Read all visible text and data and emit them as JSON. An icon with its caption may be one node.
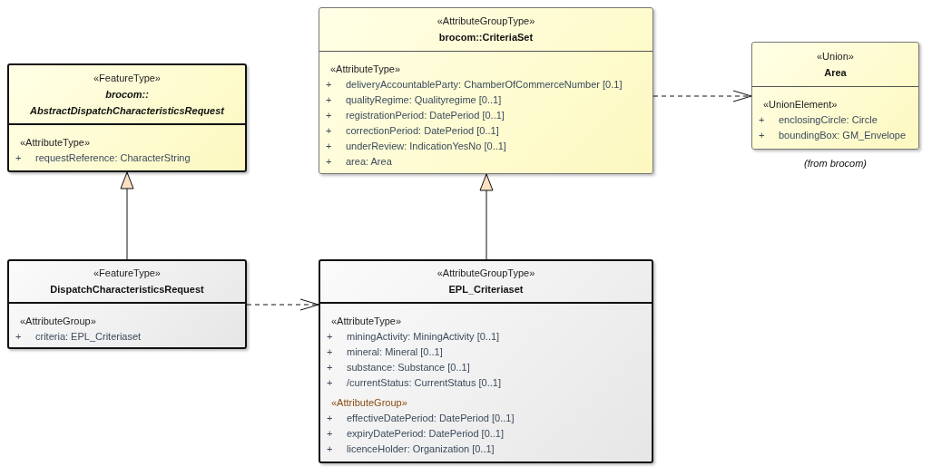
{
  "diagram": {
    "nodes": [
      {
        "text": [
          "«FeatureType»",
          "brocom:: AbstractDispatchCharacteristicsRequest",
          "«AttributeType»",
          "+",
          "requestReference: CharacterString"
        ]
      },
      {
        "text": [
          "«AttributeGroupType»",
          "brocom::CriteriaSet",
          "«AttributeType»",
          "+",
          "deliveryAccountableParty: ChamberOfCommerceNumber [0.1]",
          "+",
          "qualityRegime: Qualityregime [0..1]",
          "+",
          "registrationPeriod: DatePeriod [0..1]",
          "+",
          "correctionPeriod: DatePeriod [0..1]",
          "+",
          "underReview: IndicationYesNo [0..1]",
          "+",
          "area: Area"
        ]
      },
      {
        "text": [
          "«Union»",
          "Area",
          "«UnionElement»",
          "+",
          "enclosingCircle: Circle",
          "+",
          "boundingBox: GM_Envelope"
        ],
        "beside": [
          "(from brocom)"
        ]
      },
      {
        "text": [
          "«FeatureType»",
          "DispatchCharacteristicsRequest",
          "«AttributeGroup»",
          "+",
          "criteria: EPL_Criteriaset"
        ]
      },
      {
        "text": [
          "«AttributeGroupType»",
          "EPL_Criteriaset",
          "«AttributeType»",
          "+",
          "miningActivity: MiningActivity [0..1]",
          "+",
          "mineral: Mineral [0..1]",
          "+",
          "substance: Substance [0..1]",
          "+",
          "/currentStatus: CurrentStatus [0..1]",
          "«AttributeGroup»",
          "+",
          "effectiveDatePeriod: DatePeriod [0..1]",
          "+",
          "expiryDatePeriod: DatePeriod [0..1]",
          "+",
          "licenceHolder: Organization [0..1]"
        ]
      }
    ],
    "edges": [
      {
        "from": 1,
        "to": 2,
        "arrow": "to",
        "style": "dashed"
      },
      {
        "from": 3,
        "to": 0,
        "arrow": "to"
      },
      {
        "from": 4,
        "to": 1,
        "arrow": "to"
      },
      {
        "from": 3,
        "to": 4,
        "arrow": "to",
        "style": "dashed"
      }
    ]
  }
}
